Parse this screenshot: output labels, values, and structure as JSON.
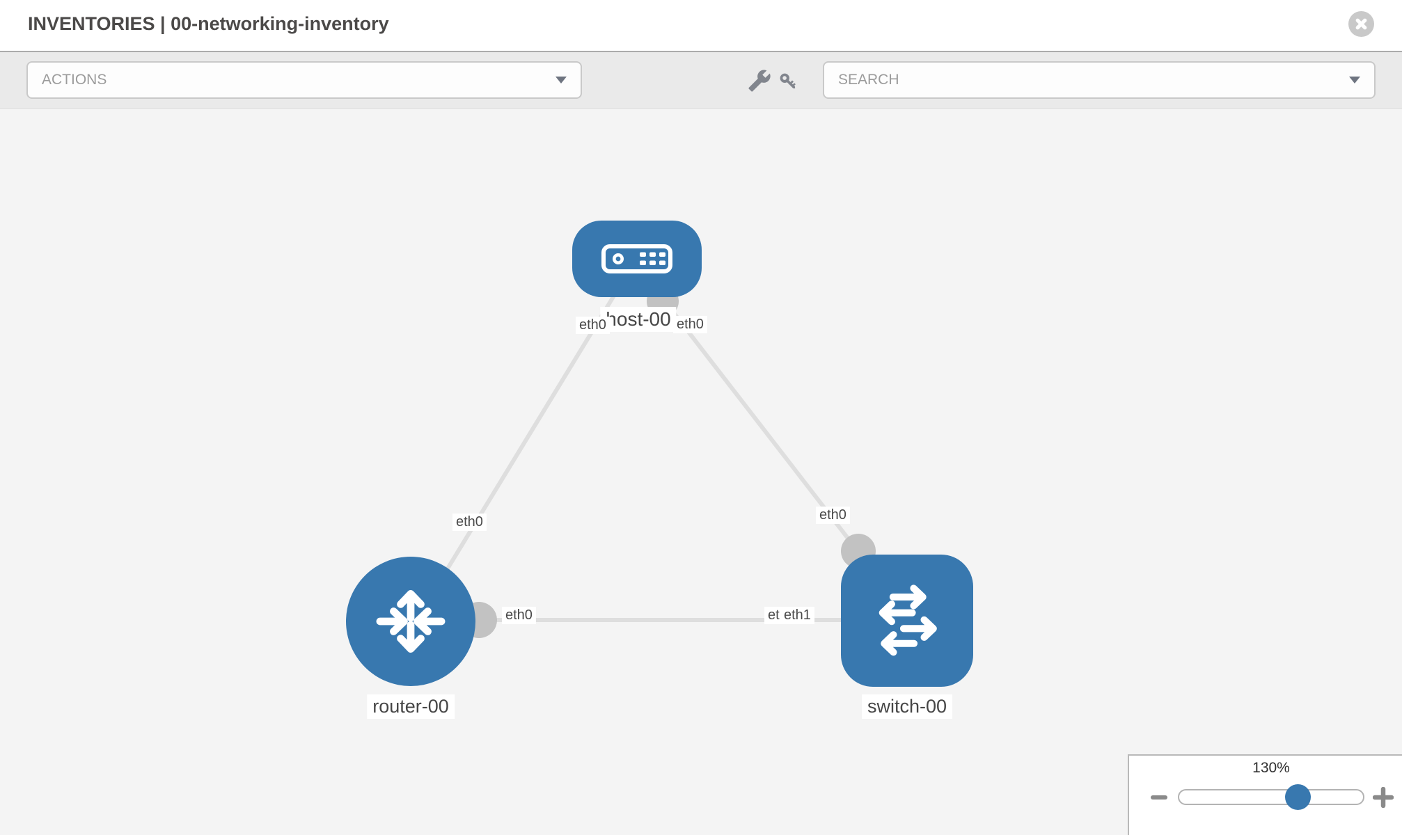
{
  "header": {
    "title": "INVENTORIES | 00-networking-inventory"
  },
  "toolbar": {
    "actions_label": "ACTIONS",
    "search_label": "SEARCH"
  },
  "topology": {
    "nodes": [
      {
        "label": "host-00",
        "type": "host",
        "icon": "server-icon"
      },
      {
        "label": "router-00",
        "type": "router",
        "icon": "router-arrows-icon"
      },
      {
        "label": "switch-00",
        "type": "switch",
        "icon": "switch-arrows-icon"
      }
    ],
    "links": [
      {
        "from": "host-00",
        "from_interface": "eth0",
        "to": "router-00",
        "to_interface": "eth0"
      },
      {
        "from": "host-00",
        "from_interface": "eth0",
        "to": "switch-00",
        "to_interface": "eth0"
      },
      {
        "from": "router-00",
        "from_interface": "eth0",
        "to": "switch-00",
        "to_interface": "eth1",
        "to_interface_overlapped": "eth0"
      }
    ]
  },
  "zoom_control": {
    "level": "130%"
  },
  "icons": {
    "close": "x-circle",
    "toolbar_tools": [
      "wrench",
      "key"
    ],
    "dropdown_caret": "caret-down",
    "zoom_out": "minus",
    "zoom_in": "plus"
  },
  "colors": {
    "node_blue": "#3878af",
    "link_gray": "#dedede",
    "interface_dot_gray": "#c2c2c2",
    "canvas_bg": "#f4f4f4",
    "toolbar_bg": "#eaeaea",
    "icon_gray": "#81858d"
  }
}
